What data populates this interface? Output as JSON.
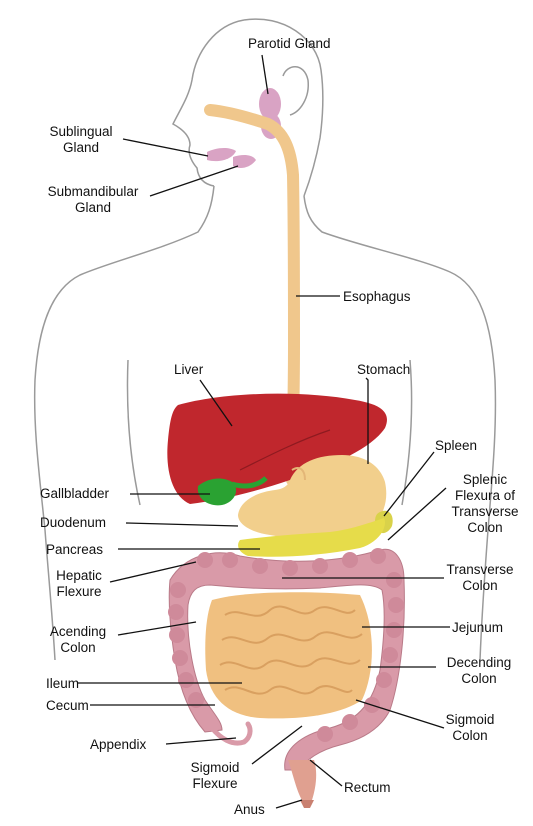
{
  "labels": {
    "parotid": "Parotid Gland",
    "sublingual": [
      "Sublingual",
      "Gland"
    ],
    "submandibular": [
      "Submandibular",
      "Gland"
    ],
    "esophagus": "Esophagus",
    "liver": "Liver",
    "stomach": "Stomach",
    "spleen": "Spleen",
    "splenic": [
      "Splenic",
      "Flexura of",
      "Transverse",
      "Colon"
    ],
    "gallbladder": "Gallbladder",
    "duodenum": "Duodenum",
    "pancreas": "Pancreas",
    "hepatic": [
      "Hepatic",
      "Flexure"
    ],
    "transverse": [
      "Transverse",
      "Colon"
    ],
    "ascending": [
      "Acending",
      "Colon"
    ],
    "jejunum": "Jejunum",
    "descending": [
      "Decending",
      "Colon"
    ],
    "ileum": "Ileum",
    "cecum": "Cecum",
    "sigmoid_colon": [
      "Sigmoid",
      "Colon"
    ],
    "appendix": "Appendix",
    "sigmoid_flexure": [
      "Sigmoid",
      "Flexure"
    ],
    "rectum": "Rectum",
    "anus": "Anus"
  },
  "colors": {
    "skin_outline": "#9a9a9a",
    "salivary": "#d9a3c4",
    "esophagus": "#f0c78c",
    "liver": "#c0272d",
    "gallbladder": "#2aa232",
    "stomach": "#f2cf8c",
    "pancreas": "#e6dc4a",
    "colon": "#d99aa8",
    "small_intestine": "#f0c080",
    "rectum": "#e0a090"
  }
}
